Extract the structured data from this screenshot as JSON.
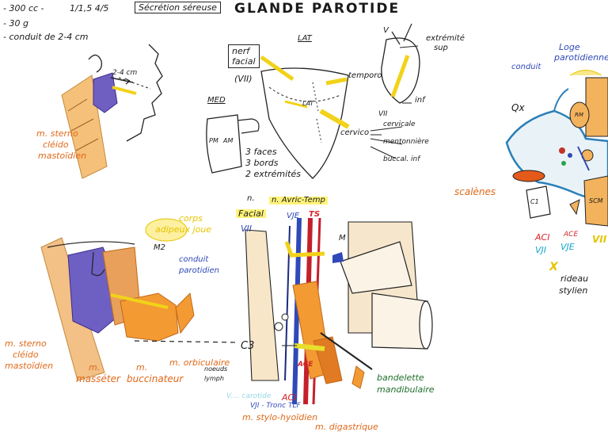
{
  "title": "GLANDE PAROTIDE",
  "facts": {
    "volume": "- 300 cc -",
    "ratio": "1/1,5 4/5",
    "secretion": "Sécrétion séreuse",
    "weight": "- 30 g",
    "duct": "- conduit de 2-4 cm"
  },
  "lateral_face": {
    "measure": "2-4 cm",
    "sterno": [
      "m. sterno",
      "cléido",
      "mastoïdien"
    ]
  },
  "lobe_diagram": {
    "lat_label": "LAT",
    "med_label": "MED",
    "nerve_box": [
      "nerf",
      "facial"
    ],
    "nerve_num": "(VII)",
    "lat_inside": "LAT",
    "temporo": "temporo",
    "cervico": "cervico",
    "branches": [
      "cervicale",
      "mentonnière",
      "buccal. inf"
    ],
    "summary": [
      "3 faces",
      "3 bords",
      "2 extrémités"
    ],
    "pm": "PM",
    "am": "AM"
  },
  "extremities": {
    "v_label": "V",
    "sup": [
      "extrémité",
      "sup"
    ],
    "inf": "inf",
    "vii": "VII"
  },
  "loge": {
    "title": [
      "Loge",
      "parotidienne"
    ],
    "duct": "conduit",
    "qx": "Qx",
    "rm": "RM",
    "scm": "SCM",
    "c1": "C1",
    "scalenes": "scalènes",
    "aci": "ACI",
    "vji": "VJI",
    "ace": "ACE",
    "vje": "VJE",
    "vii": "VII",
    "x": "X",
    "rideau": [
      "rideau",
      "stylien"
    ]
  },
  "face_muscles": {
    "corps": [
      "corps",
      "adipeux joue"
    ],
    "m2": "M2",
    "conduit": [
      "conduit",
      "parotidien"
    ],
    "sterno": [
      "m. sterno",
      "cléido",
      "mastoïdien"
    ],
    "masseter": [
      "m.",
      "masséter"
    ],
    "buccinateur": [
      "m.",
      "buccinateur"
    ],
    "orbiculaire": "m. orbiculaire",
    "c3": "C3"
  },
  "neck_dissection": {
    "n_label": "n.",
    "facial": "Facial",
    "vii": "VII",
    "avric": "n. Avric-Temp",
    "vse": "VJE",
    "ts": "TS",
    "m": "M",
    "noeuds": [
      "noeuds",
      "lymph"
    ],
    "ace": "ACE",
    "aci": "ACI",
    "vji_tronc": "VJI - Tronc TLF",
    "stylo": "m. stylo-hyoïdien",
    "digastrique": "m. digastrique",
    "bandelette": [
      "bandelette",
      "mandibulaire"
    ],
    "faint": "V.... carotide"
  }
}
